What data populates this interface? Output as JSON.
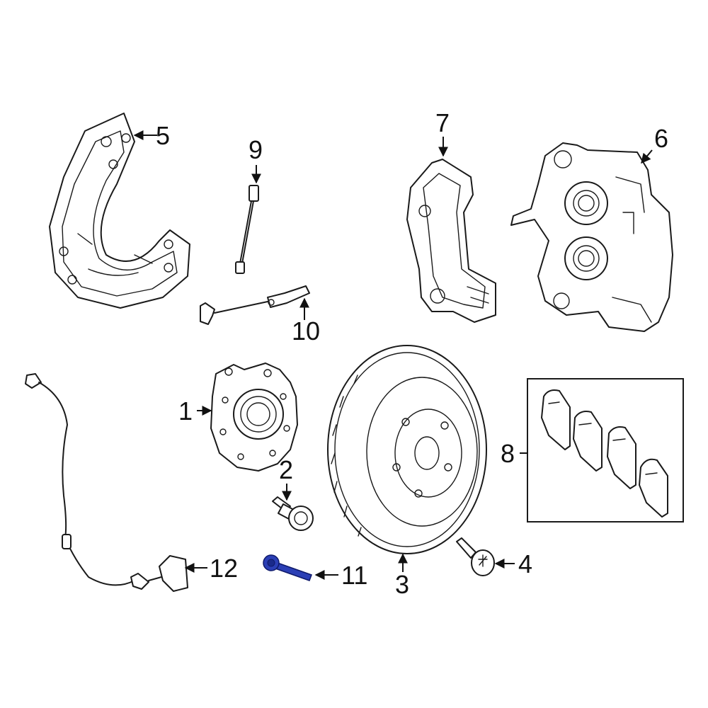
{
  "callouts": {
    "c1": "1",
    "c2": "2",
    "c3": "3",
    "c4": "4",
    "c5": "5",
    "c6": "6",
    "c7": "7",
    "c8": "8",
    "c9": "9",
    "c10": "10",
    "c11": "11",
    "c12": "12"
  },
  "colors": {
    "highlight": "#2b3fb5",
    "line": "#1a1a1a"
  },
  "highlighted_part": "11"
}
